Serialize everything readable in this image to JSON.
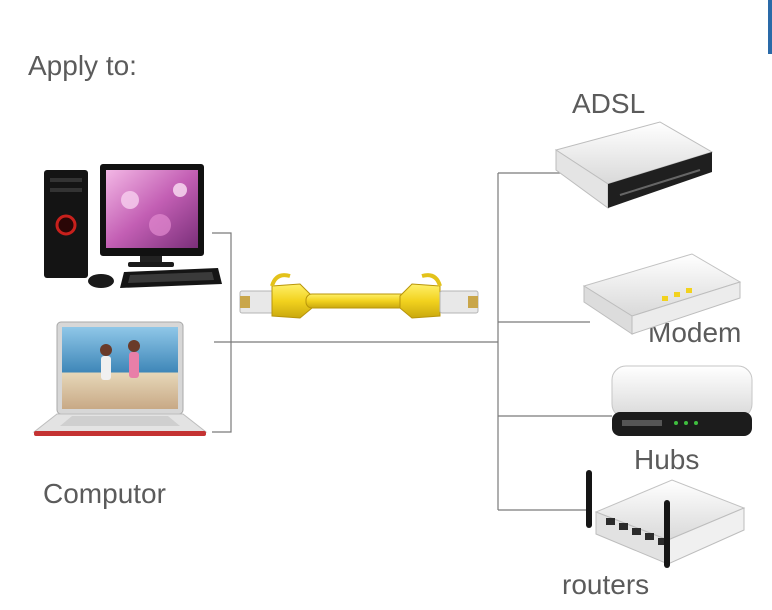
{
  "title": "Apply to:",
  "left_label": "Computor",
  "devices": {
    "adsl": "ADSL",
    "modem": "Modem",
    "hubs": "Hubs",
    "routers": "routers"
  },
  "colors": {
    "text": "#5b5b5b",
    "cable": "#f2d21e",
    "line": "#7a7a7a"
  },
  "icons": [
    "desktop-computer-icon",
    "laptop-icon",
    "ethernet-cable-icon",
    "adsl-device-icon",
    "modem-device-icon",
    "hub-device-icon",
    "router-device-icon"
  ]
}
